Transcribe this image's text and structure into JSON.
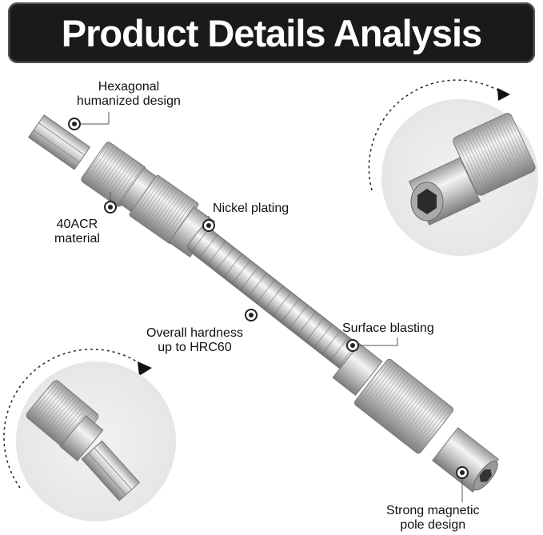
{
  "banner": {
    "title": "Product Details Analysis"
  },
  "callouts": {
    "hexagonal_line1": "Hexagonal",
    "hexagonal_line2": "humanized design",
    "material_line1": "40ACR",
    "material_line2": "material",
    "nickel": "Nickel plating",
    "hardness_line1": "Overall hardness",
    "hardness_line2": "up to HRC60",
    "blasting": "Surface blasting",
    "magnetic_line1": "Strong magnetic",
    "magnetic_line2": "pole design"
  },
  "icons": {
    "callout_marker": "circle-dot-icon",
    "rotation_arrow": "dashed-arc-arrow-icon"
  }
}
